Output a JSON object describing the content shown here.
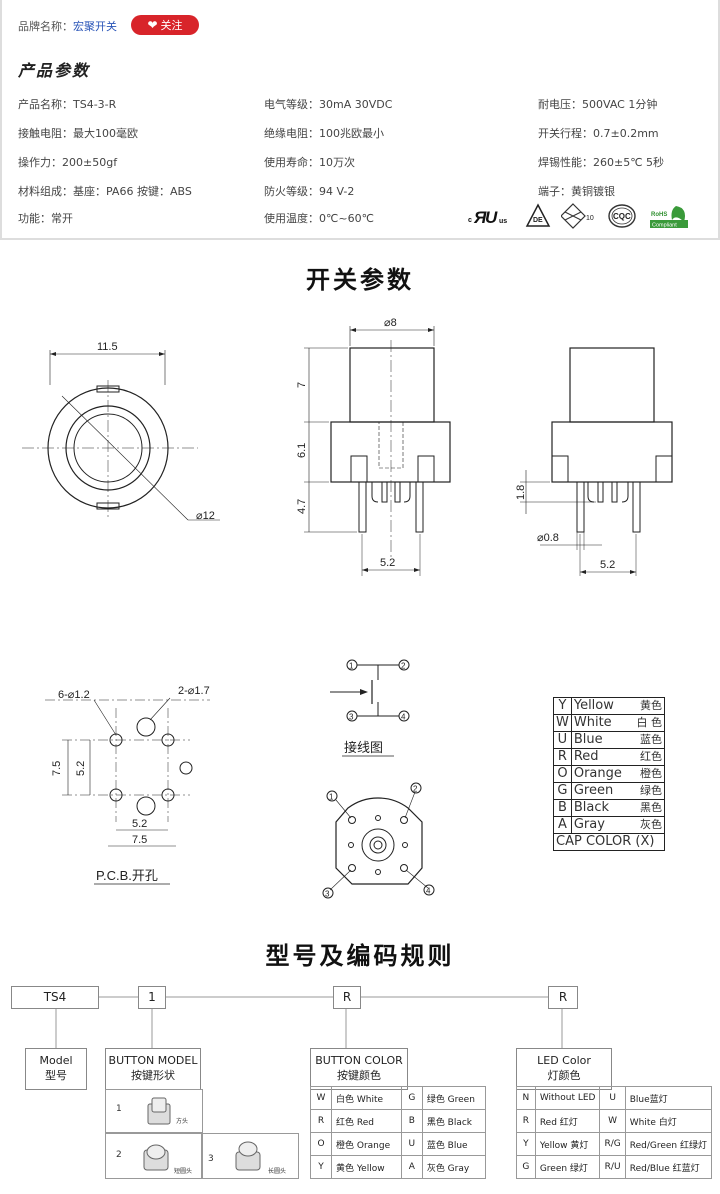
{
  "header": {
    "brand_label": "品牌名称：",
    "brand_name": "宏聚开关",
    "follow_button": "关注",
    "section_title": "产品参数"
  },
  "params": [
    [
      "产品名称：TS4-3-R",
      "电气等级：30mA 30VDC",
      "耐电压：500VAC  1分钟"
    ],
    [
      "接触电阻：最大100毫欧",
      "绝缘电阻：100兆欧最小",
      "开关行程：0.7±0.2mm"
    ],
    [
      "操作力：200±50gf",
      "使用寿命：10万次",
      "焊锡性能：260±5℃  5秒"
    ],
    [
      "材料组成：基座：PA66   按键：ABS",
      "防火等级：94 V-2",
      "端子：黄铜镀银"
    ],
    [
      "功能：常开",
      "使用温度：0℃~60℃",
      ""
    ]
  ],
  "certs": {
    "ul": "c RU us",
    "de": "DE",
    "enec": "10",
    "cqc": "CQC",
    "rohs": "RoHS Compliant"
  },
  "titles": {
    "switch_params": "开关参数",
    "model_code": "型号及编码规则"
  },
  "dims": {
    "d11_5": "11.5",
    "d12": "⌀12",
    "d8": "⌀8",
    "d7": "7",
    "d6_1": "6.1",
    "d4_7": "4.7",
    "d5_2a": "5.2",
    "d1_8": "1.8",
    "d0_8": "⌀0.8",
    "d5_2b": "5.2",
    "holes6": "6-⌀1.2",
    "holes2": "2-⌀1.7",
    "pcb75v": "7.5",
    "pcb52v": "5.2",
    "pcb52h": "5.2",
    "pcb75h": "7.5",
    "pcb_label": "P.C.B.开孔",
    "wiring_label": "接线图",
    "pin1": "1",
    "pin2": "2",
    "pin3": "3",
    "pin4": "4"
  },
  "cap_colors": [
    {
      "code": "Y",
      "en": "Yellow",
      "zh": "黄色"
    },
    {
      "code": "W",
      "en": "White",
      "zh": "白 色"
    },
    {
      "code": "U",
      "en": "Blue",
      "zh": "蓝色"
    },
    {
      "code": "R",
      "en": "Red",
      "zh": "红色"
    },
    {
      "code": "O",
      "en": "Orange",
      "zh": "橙色"
    },
    {
      "code": "G",
      "en": "Green",
      "zh": "绿色"
    },
    {
      "code": "B",
      "en": "Black",
      "zh": "黑色"
    },
    {
      "code": "A",
      "en": "Gray",
      "zh": "灰色"
    }
  ],
  "cap_color_footer": "CAP COLOR (X)",
  "code": {
    "parts": [
      "TS4",
      "1",
      "R",
      "R"
    ],
    "model_en": "Model",
    "model_zh": "型号",
    "btn_model_en": "BUTTON MODEL",
    "btn_model_zh": "按键形状",
    "btn_models": [
      {
        "n": "1",
        "label": "方头"
      },
      {
        "n": "2",
        "label": "短圆头"
      },
      {
        "n": "3",
        "label": "长圆头"
      }
    ],
    "btn_color_en": "BUTTON COLOR",
    "btn_color_zh": "按键颜色",
    "btn_colors": [
      [
        "W",
        "白色 White",
        "G",
        "绿色 Green"
      ],
      [
        "R",
        "红色 Red",
        "B",
        "黑色 Black"
      ],
      [
        "O",
        "橙色 Orange",
        "U",
        "蓝色 Blue"
      ],
      [
        "Y",
        "黄色 Yellow",
        "A",
        "灰色 Gray"
      ]
    ],
    "led_en": "LED Color",
    "led_zh": "灯颜色",
    "leds": [
      [
        "N",
        "Without LED",
        "U",
        "Blue蓝灯"
      ],
      [
        "R",
        "Red 红灯",
        "W",
        "White 白灯"
      ],
      [
        "Y",
        "Yellow 黄灯",
        "R/G",
        "Red/Green 红绿灯"
      ],
      [
        "G",
        "Green 绿灯",
        "R/U",
        "Red/Blue 红蓝灯"
      ]
    ]
  }
}
